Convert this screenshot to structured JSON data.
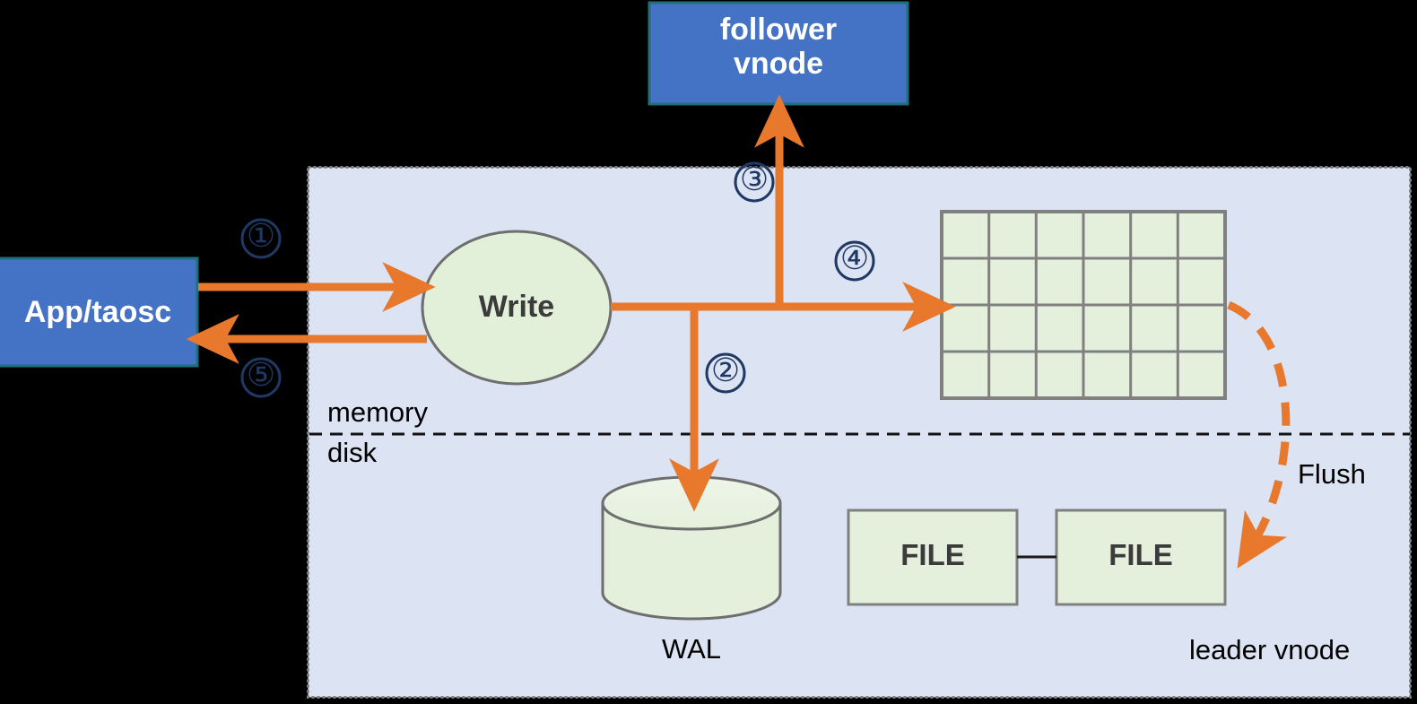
{
  "diagram": {
    "title": "TDengine leader vnode write path",
    "colors": {
      "arrow_orange": "#E8782C",
      "node_blue": "#4472C4",
      "node_blue_border": "#1F6F7A",
      "node_green": "#E2EFD9",
      "node_green_border": "#808080",
      "container_fill": "#DCE3F2",
      "container_border": "#808080",
      "step_number": "#1F3864",
      "background": "#000000"
    }
  },
  "nodes": {
    "follower_vnode": {
      "label_line1": "follower",
      "label_line2": "vnode"
    },
    "app_taosc": {
      "label": "App/taosc"
    },
    "write": {
      "label": "Write"
    },
    "wal": {
      "label": "WAL"
    },
    "file_left": {
      "label": "FILE"
    },
    "file_right": {
      "label": "FILE"
    },
    "memtable": {
      "columns": 6,
      "rows": 4
    }
  },
  "labels": {
    "memory": "memory",
    "disk": "disk",
    "flush": "Flush",
    "leader_vnode": "leader vnode"
  },
  "steps": [
    {
      "id": "step-1",
      "marker": "①",
      "meaning": "App/taosc sends write to leader vnode"
    },
    {
      "id": "step-2",
      "marker": "②",
      "meaning": "Write appended to WAL on disk"
    },
    {
      "id": "step-3",
      "marker": "③",
      "meaning": "Write replicated to follower vnode"
    },
    {
      "id": "step-4",
      "marker": "④",
      "meaning": "Write applied to in-memory table"
    },
    {
      "id": "step-5",
      "marker": "⑤",
      "meaning": "Acknowledgement returned to App/taosc"
    }
  ]
}
